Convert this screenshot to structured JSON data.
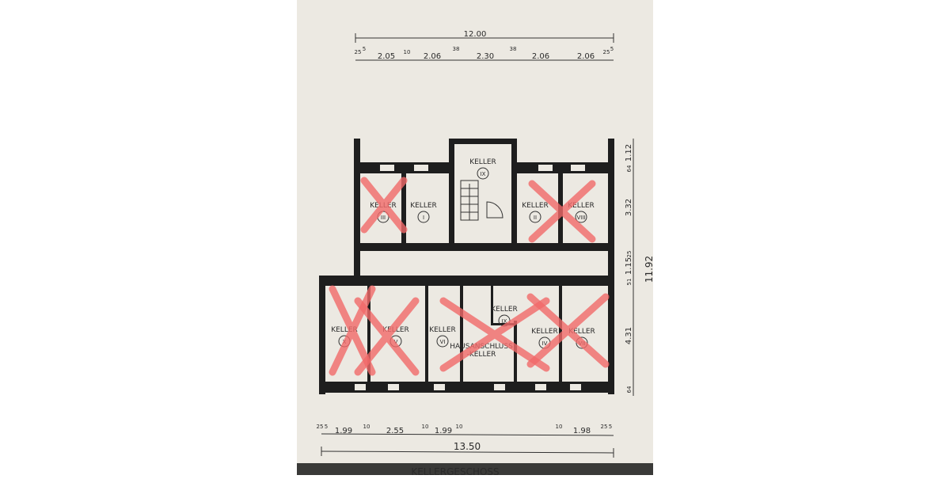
{
  "drawing_title": "KELLERGESCHOSS",
  "top_dimensions": {
    "overall": "12.00",
    "segments": [
      "25",
      "5",
      "2.05",
      "10",
      "2.06",
      "38",
      "2.30",
      "38",
      "2.06",
      "2.06",
      "25",
      "5"
    ]
  },
  "bottom_dimensions": {
    "overall": "13.50",
    "segments": [
      "25",
      "5",
      "1.99",
      "10",
      "2.55",
      "10",
      "1.99",
      "10",
      "10",
      "1.98",
      "25",
      "5"
    ]
  },
  "right_dimensions": {
    "overall": "11.92",
    "segments": [
      "1.12",
      "64",
      "3.32",
      "25",
      "1.15",
      "51",
      "4.31",
      "64"
    ]
  },
  "rooms": [
    {
      "label": "KELLER",
      "numeral": "III",
      "crossed": true
    },
    {
      "label": "KELLER",
      "numeral": "I",
      "crossed": false
    },
    {
      "label": "KELLER",
      "numeral": "IX",
      "crossed": false
    },
    {
      "label": "KELLER",
      "numeral": "II",
      "crossed": false
    },
    {
      "label": "KELLER",
      "numeral": "VIII",
      "crossed": true
    },
    {
      "label": "KELLER",
      "numeral": "X",
      "crossed": true
    },
    {
      "label": "KELLER",
      "numeral": "V",
      "crossed": true
    },
    {
      "label": "KELLER",
      "numeral": "VI",
      "crossed": false
    },
    {
      "label": "HAUSANSCHLUSS\n-KELLER",
      "line1": "HAUSANSCHLUSS",
      "line2": "-KELLER",
      "crossed": true
    },
    {
      "label": "KELLER",
      "numeral": "IX",
      "crossed": false
    },
    {
      "label": "KELLER",
      "numeral": "IV",
      "crossed": true
    },
    {
      "label": "KELLER",
      "numeral": "VII",
      "crossed": true
    }
  ],
  "colors": {
    "paper": "#ece9e2",
    "wall": "#1e1e1e",
    "cross_mark": "#f26a6a",
    "background": "#ffffff"
  }
}
